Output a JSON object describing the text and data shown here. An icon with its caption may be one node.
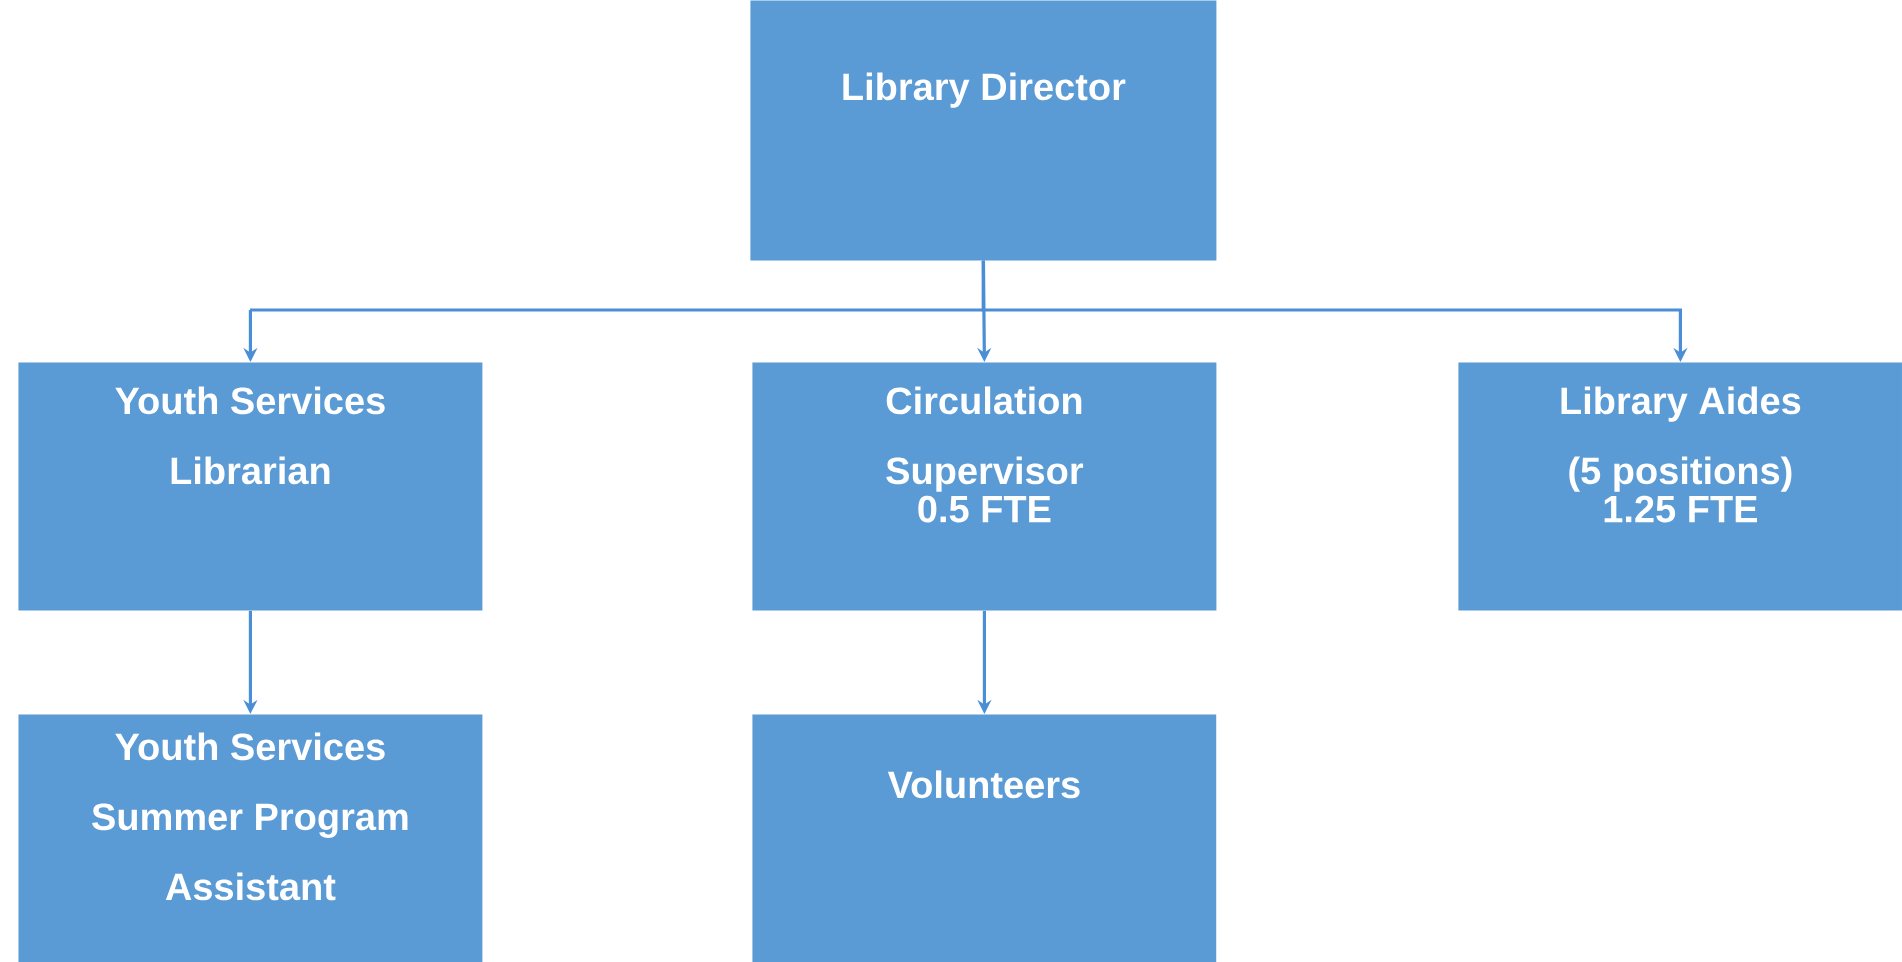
{
  "diagram": {
    "nodes": [
      {
        "text": [
          "Library Director"
        ]
      },
      {
        "text": [
          "Youth Services Librarian"
        ]
      },
      {
        "text": [
          "Circulation Supervisor",
          "0.5 FTE"
        ]
      },
      {
        "text": [
          "Library Aides (5 positions)",
          "1.25 FTE"
        ]
      },
      {
        "text": [
          "Youth Services Summer Program Assistant"
        ]
      },
      {
        "text": [
          "Volunteers"
        ]
      }
    ],
    "edges": [
      {
        "from": 0,
        "to": 1,
        "arrow": "to"
      },
      {
        "from": 0,
        "to": 2,
        "arrow": "to"
      },
      {
        "from": 0,
        "to": 3,
        "arrow": "to"
      },
      {
        "from": 1,
        "to": 4,
        "arrow": "to"
      },
      {
        "from": 2,
        "to": 5,
        "arrow": "to"
      }
    ]
  }
}
